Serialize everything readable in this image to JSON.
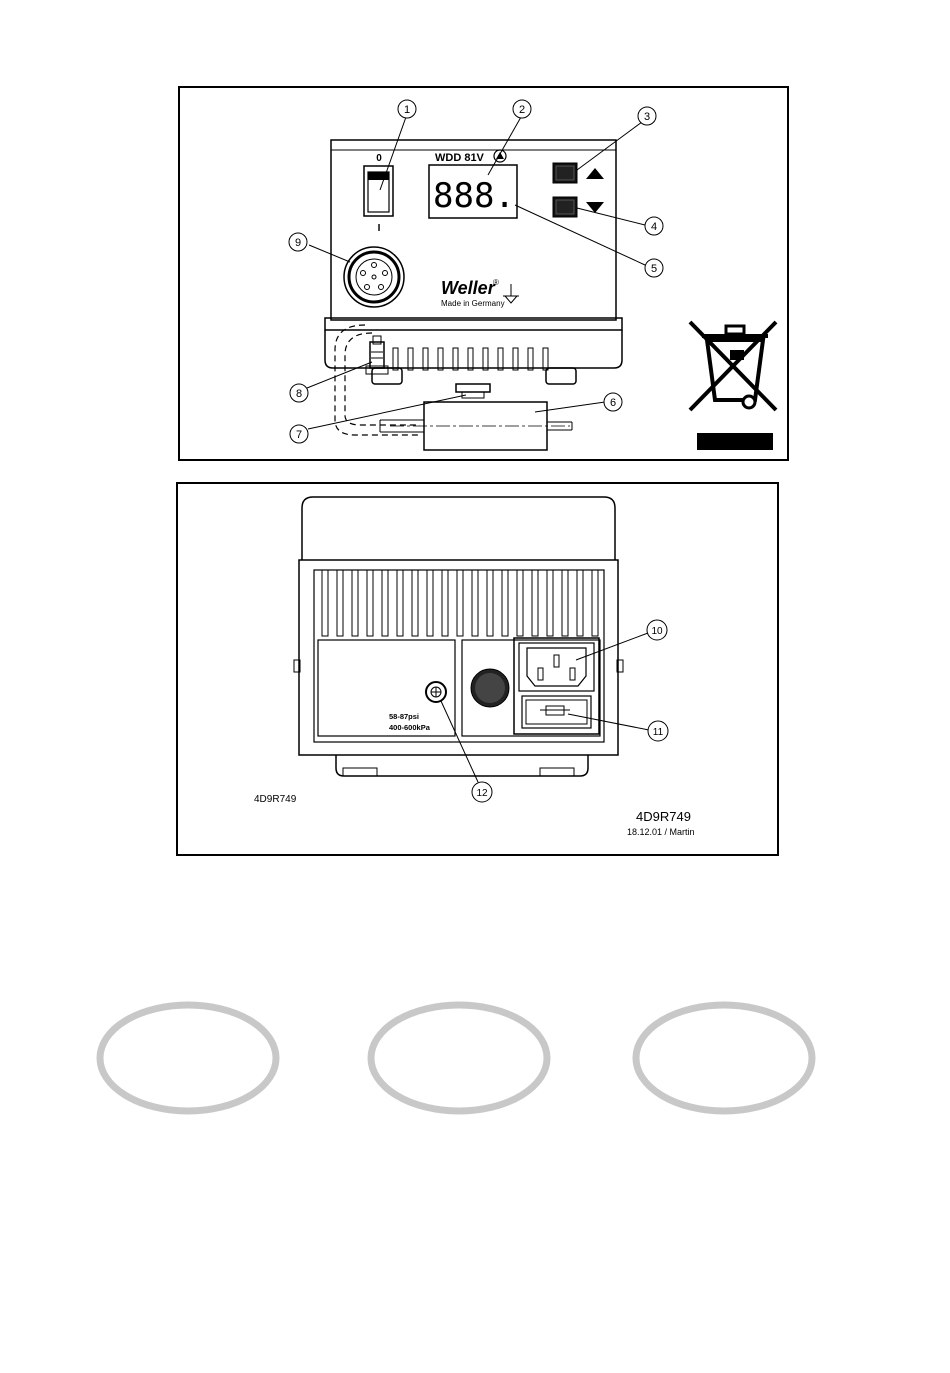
{
  "front_view": {
    "switch_off_label": "0",
    "switch_on_label": "I",
    "model_label": "WDD 81V",
    "display_digits": "888.",
    "brand": "Weller",
    "brand_mark": "®",
    "made_in": "Made in Germany"
  },
  "callouts": [
    "1",
    "2",
    "3",
    "4",
    "5",
    "6",
    "7",
    "8",
    "9",
    "10",
    "11",
    "12"
  ],
  "rear_view": {
    "pressure_psi": "58-87psi",
    "pressure_kpa": "400-600kPa"
  },
  "drawing_info": {
    "code_left": "4D9R749",
    "code_right": "4D9R749",
    "date_author": "18.12.01 / Martin"
  },
  "colors": {
    "line": "#000000",
    "ring": "#c8c8c8"
  }
}
